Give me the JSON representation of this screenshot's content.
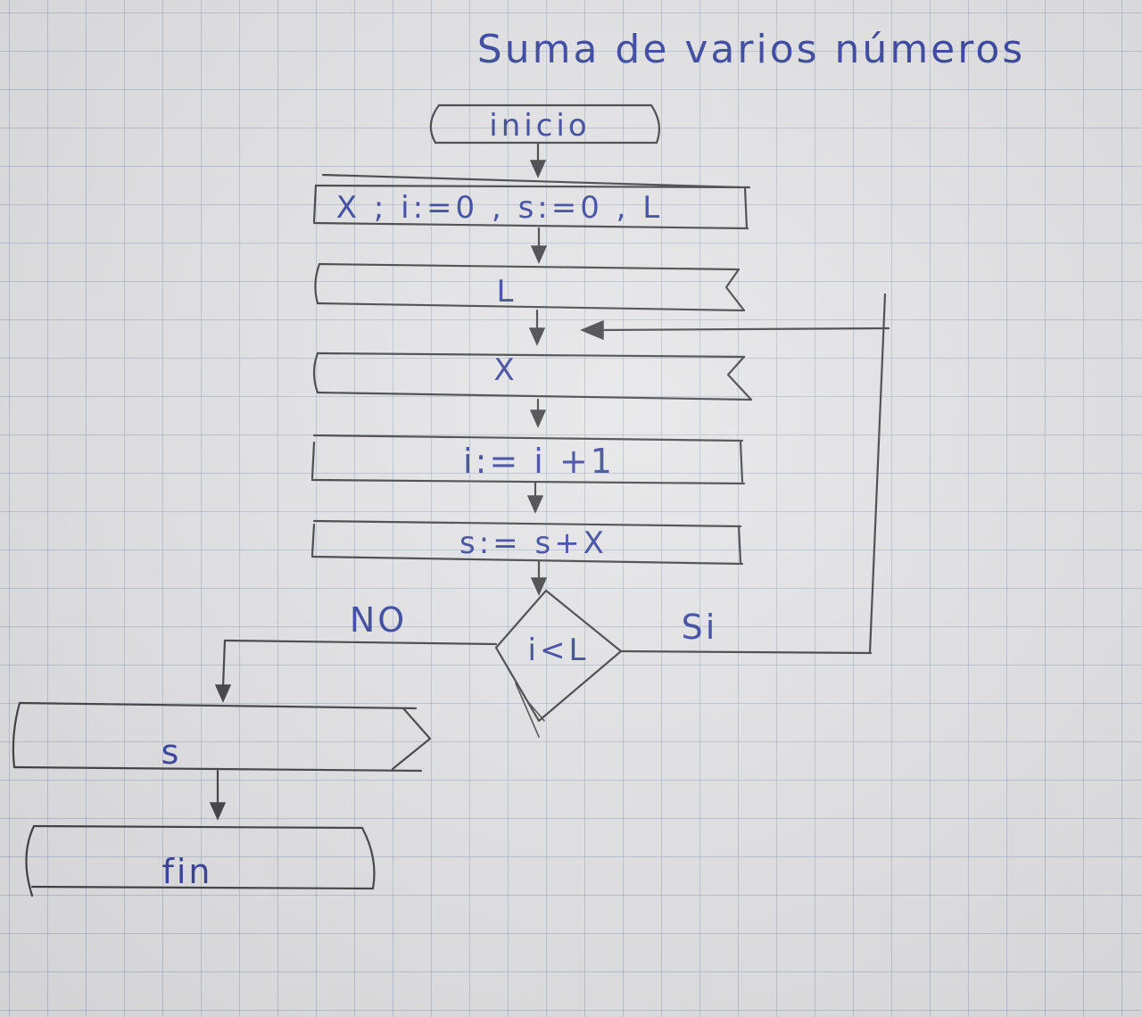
{
  "title": "Suma de varios números",
  "nodes": {
    "start": "inicio",
    "init": "X ; i:=0 , s:=0 , L",
    "read_l": "L",
    "read_x": "X",
    "increment": "i:= i +1",
    "accumulate": "s:= s+X",
    "decision": "i<L",
    "output": "s",
    "end": "fin"
  },
  "branches": {
    "no": "NO",
    "yes": "Si"
  }
}
